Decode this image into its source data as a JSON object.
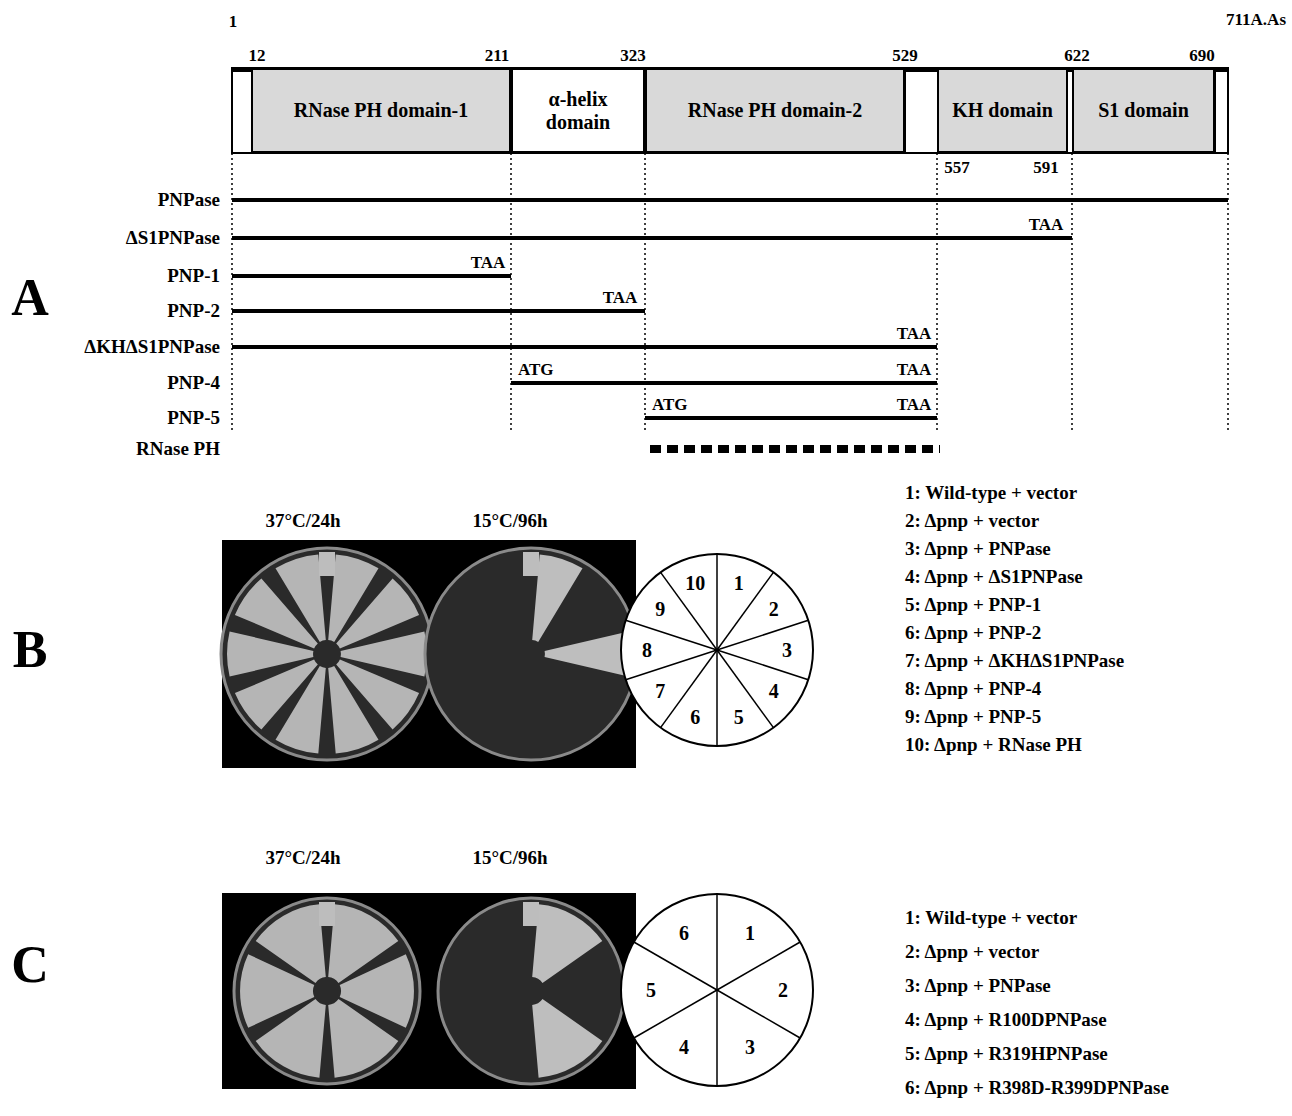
{
  "diagram": {
    "nodes": [
      {
        "text": [
          "RNase PH domain-1"
        ]
      },
      {
        "text": [
          "α-helix domain"
        ]
      },
      {
        "text": [
          "RNase PH domain-2"
        ]
      },
      {
        "text": [
          "KH domain"
        ]
      },
      {
        "text": [
          "S1 domain"
        ]
      }
    ],
    "labels": [
      "1",
      "711A.As",
      "12",
      "211",
      "323",
      "529",
      "622",
      "690",
      "557",
      "591",
      "PNPase",
      "ΔS1PNPase",
      "TAA",
      "PNP-1",
      "TAA",
      "PNP-2",
      "TAA",
      "ΔKHΔS1PNPase",
      "TAA",
      "PNP-4",
      "ATG",
      "TAA",
      "PNP-5",
      "ATG",
      "TAA",
      "RNase PH",
      "A",
      "B",
      "37°C/24h",
      "15°C/96h",
      "1",
      "2",
      "3",
      "4",
      "5",
      "6",
      "7",
      "8",
      "9",
      "10",
      "1: Wild-type + vector",
      "2: Δpnp + vector",
      "3: Δpnp + PNPase",
      "4: Δpnp + ΔS1PNPase",
      "5: Δpnp + PNP-1",
      "6: Δpnp + PNP-2",
      "7: Δpnp + ΔKHΔS1PNPase",
      "8: Δpnp + PNP-4",
      "9: Δpnp + PNP-5",
      "10: Δpnp + RNase PH",
      "C",
      "37°C/24h",
      "15°C/96h",
      "1",
      "2",
      "3",
      "4",
      "5",
      "6",
      "1: Wild-type + vector",
      "2: Δpnp + vector",
      "3: Δpnp + PNPase",
      "4: Δpnp + R100DPNPase",
      "5: Δpnp + R319HPNPase",
      "6: Δpnp + R398D-R399DPNPase"
    ]
  }
}
